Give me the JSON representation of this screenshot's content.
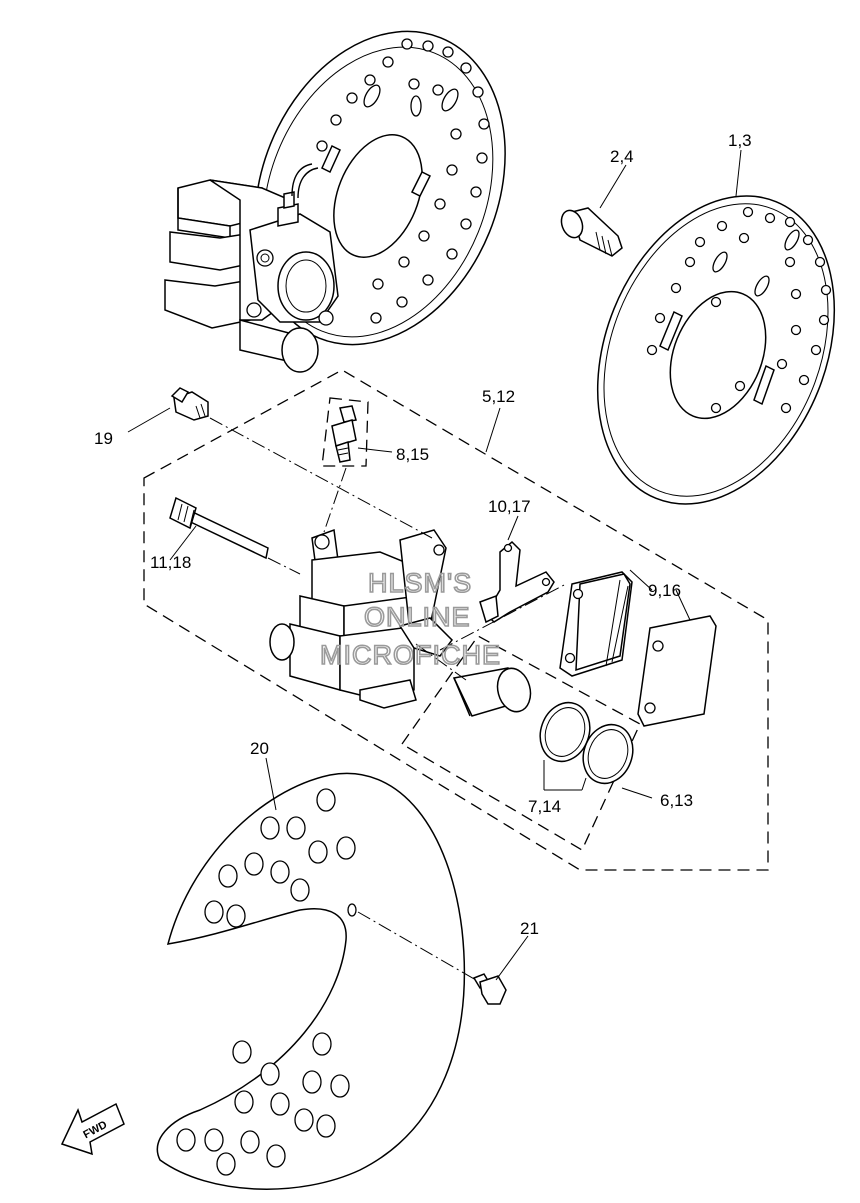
{
  "labels": {
    "p1_3": "1,3",
    "p2_4": "2,4",
    "p5_12": "5,12",
    "p6_13": "6,13",
    "p7_14": "7,14",
    "p8_15": "8,15",
    "p9_16": "9,16",
    "p10_17": "10,17",
    "p11_18": "11,18",
    "p19": "19",
    "p20": "20",
    "p21": "21"
  },
  "watermark": {
    "line1": "HLSM'S",
    "line2": "ONLINE",
    "line3": "MICROFICHE"
  },
  "fwd_arrow_text": "FWD"
}
